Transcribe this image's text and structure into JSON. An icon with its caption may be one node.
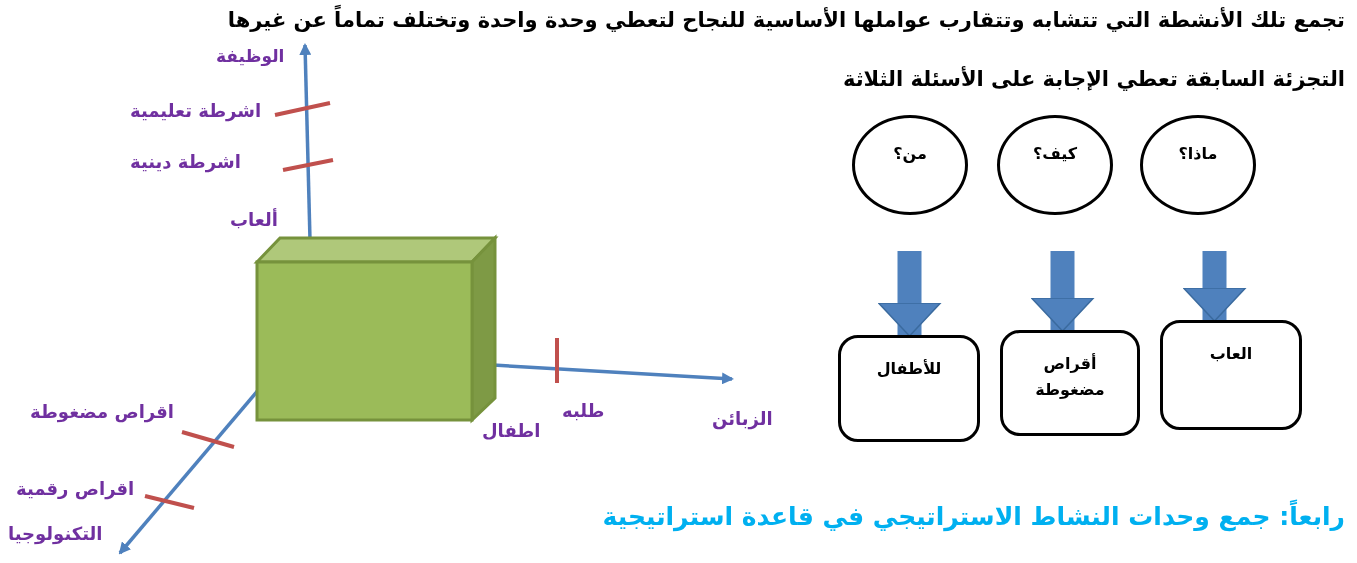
{
  "diagram": {
    "nodes": [
      {
        "text": [
          "ماذا؟"
        ]
      },
      {
        "text": [
          "كيف؟"
        ]
      },
      {
        "text": [
          "من؟"
        ]
      },
      {
        "text": [
          "العاب"
        ]
      },
      {
        "text": [
          "أقراص مضغوطة"
        ]
      },
      {
        "text": [
          "للأطفال"
        ]
      }
    ],
    "edges": [
      {
        "from": 0,
        "to": 3,
        "arrow": "to"
      },
      {
        "from": 1,
        "to": 4,
        "arrow": "to"
      },
      {
        "from": 2,
        "to": 5,
        "arrow": "to"
      }
    ],
    "labels": [
      "تجمع تلك الأنشطة التي تتشابه وتتقارب عواملها الأساسية للنجاح لتعطي وحدة واحدة وتختلف تماماً عن غيرها",
      "الوظيفة",
      "التجزئة السابقة تعطي الإجابة على الأسئلة الثلاثة",
      "اشرطة تعليمية",
      "اشرطة دينية",
      "ألعاب",
      "اقراص مضغوطة",
      "طلبه",
      "اطفال",
      "الزبائن",
      "اقراص رقمية",
      "التكنولوجيا",
      "رابعاً: جمع وحدات النشاط الاستراتيجي في قاعدة استراتيجية"
    ]
  }
}
